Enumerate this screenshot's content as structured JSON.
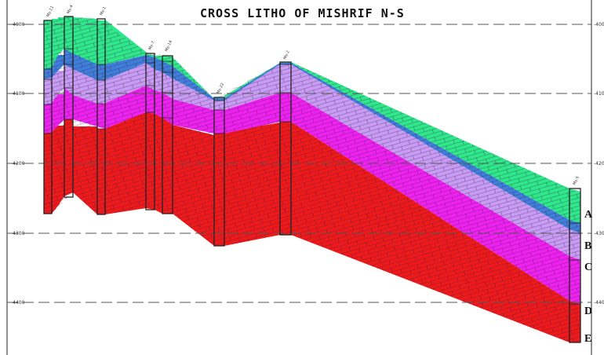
{
  "title": "CROSS LITHO OF MISHRIF N-S",
  "depth_ticks": [
    "-4000",
    "-4100",
    "-4200",
    "-4300",
    "-4400"
  ],
  "zones": [
    "A",
    "B",
    "C",
    "D",
    "E"
  ],
  "wells": [
    "Ms-11",
    "Ms-4",
    "Ms-1",
    "Ms-7",
    "Ms-14",
    "Ms-22",
    "Ms-2",
    "Ms-5"
  ],
  "colors": {
    "A": "#2ee88a",
    "B": "#3f7fd9",
    "C": "#c79cf2",
    "D": "#ee22ee",
    "E": "#ee1a1a",
    "hatch": "#5a1f6a"
  }
}
